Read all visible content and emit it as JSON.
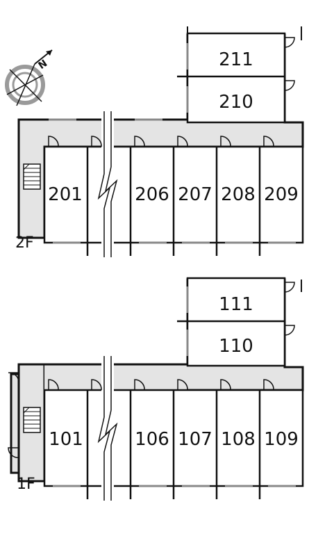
{
  "compass": {
    "icon": "north-compass-icon",
    "north_label": "N"
  },
  "floors": [
    {
      "id": "2F",
      "label": "2F",
      "annex_rooms": [
        "211",
        "210"
      ],
      "main_rooms": [
        "201",
        "206",
        "207",
        "208",
        "209"
      ]
    },
    {
      "id": "1F",
      "label": "1F",
      "annex_rooms": [
        "111",
        "110"
      ],
      "main_rooms": [
        "101",
        "106",
        "107",
        "108",
        "109"
      ]
    }
  ]
}
